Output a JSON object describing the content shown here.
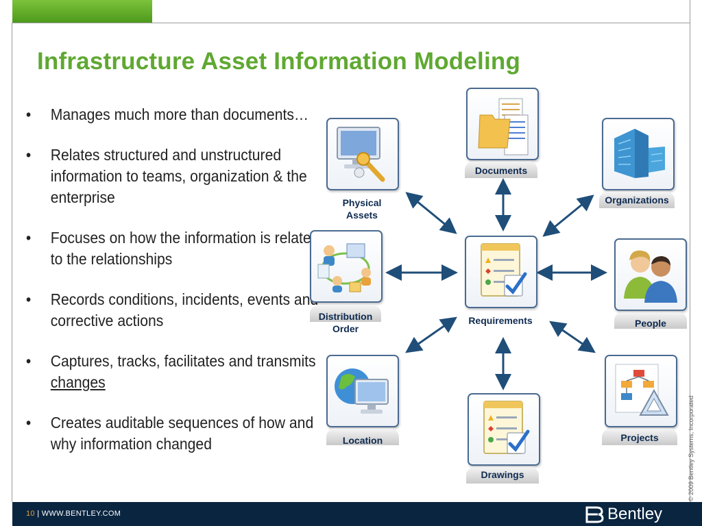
{
  "slide": {
    "title": "Infrastructure Asset Information Modeling",
    "bullet_char": "•",
    "bullets": [
      "Manages much more than documents…",
      "Relates structured and unstructured information to teams, organization & the enterprise",
      "Focuses on how the information is related to the relationships",
      "Records conditions, incidents, events and corrective actions",
      "Captures, tracks, facilitates and transmits",
      "Creates auditable sequences of how and why information changed"
    ],
    "bullet_5_link": "changes"
  },
  "diagram": {
    "center": "Requirements",
    "nodes": {
      "documents": "Documents",
      "physical_assets": "Physical Assets",
      "organizations": "Organizations",
      "distribution_order": "Distribution Order",
      "people": "People",
      "location": "Location",
      "drawings": "Drawings",
      "projects": "Projects"
    },
    "icons": {
      "documents": "folder-documents-icon",
      "physical_assets": "monitor-key-icon",
      "organizations": "office-building-icon",
      "distribution_order": "workflow-cycle-icon",
      "requirements": "checklist-icon",
      "people": "people-icon",
      "location": "globe-monitor-icon",
      "drawings": "checklist-icon",
      "projects": "flowchart-drafting-icon"
    },
    "colors": {
      "arrow": "#1f4e79",
      "node_border": "#4a6a90",
      "label": "#0e2a50"
    }
  },
  "footer": {
    "page_number": "10",
    "separator": " | ",
    "url": "WWW.BENTLEY.COM",
    "logo": "Bentley",
    "copyright": "© 2009 Bentley Systems, Incorporated"
  },
  "colors": {
    "title": "#5fa831",
    "footer_bg": "#0a2540",
    "accent_green": "#5fa831"
  }
}
